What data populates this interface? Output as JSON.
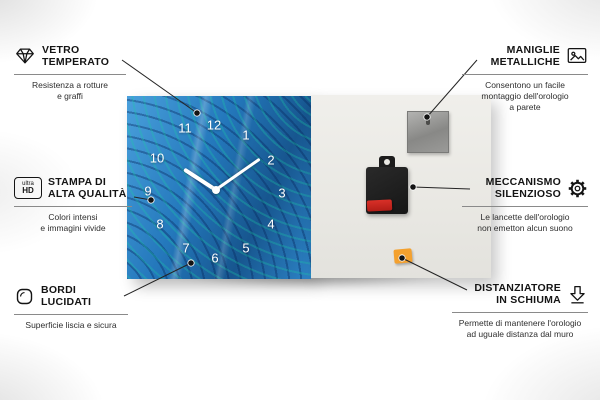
{
  "clock": {
    "numbers": [
      "12",
      "1",
      "2",
      "3",
      "4",
      "5",
      "6",
      "7",
      "8",
      "9",
      "10",
      "11"
    ]
  },
  "icons": {
    "ultra_hd": {
      "top": "ultra",
      "bottom": "HD"
    }
  },
  "callouts": [
    {
      "id": "vetro-temperato",
      "icon": "diamond-icon",
      "title": "VETRO\nTEMPERATO",
      "description": "Resistenza a rotture\ne graffi"
    },
    {
      "id": "stampa-alta-qualita",
      "icon": "ultra-hd-icon",
      "title": "STAMPA DI\nALTA QUALITÀ",
      "description": "Colori intensi\ne immagini vivide"
    },
    {
      "id": "bordi-lucidati",
      "icon": "rounded-edge-icon",
      "title": "BORDI\nLUCIDATI",
      "description": "Superficie liscia e sicura"
    },
    {
      "id": "maniglie-metalliche",
      "icon": "picture-frame-icon",
      "title": "MANIGLIE\nMETALLICHE",
      "description": "Consentono un facile\nmontaggio dell'orologio\na parete"
    },
    {
      "id": "meccanismo-silenzioso",
      "icon": "gear-icon",
      "title": "MECCANISMO\nSILENZIOSO",
      "description": "Le lancette dell'orologio\nnon emetton alcun suono"
    },
    {
      "id": "distanziatore-schiuma",
      "icon": "down-arrow-icon",
      "title": "DISTANZIATORE\nIN SCHIUMA",
      "description": "Permette di mantenere l'orologio\nad uguale distanza dal muro"
    }
  ],
  "colors": {
    "glass_blue": "#2478bc",
    "foam_orange": "#f4a12e",
    "battery_red": "#c9251f",
    "connector_line": "#242424"
  }
}
